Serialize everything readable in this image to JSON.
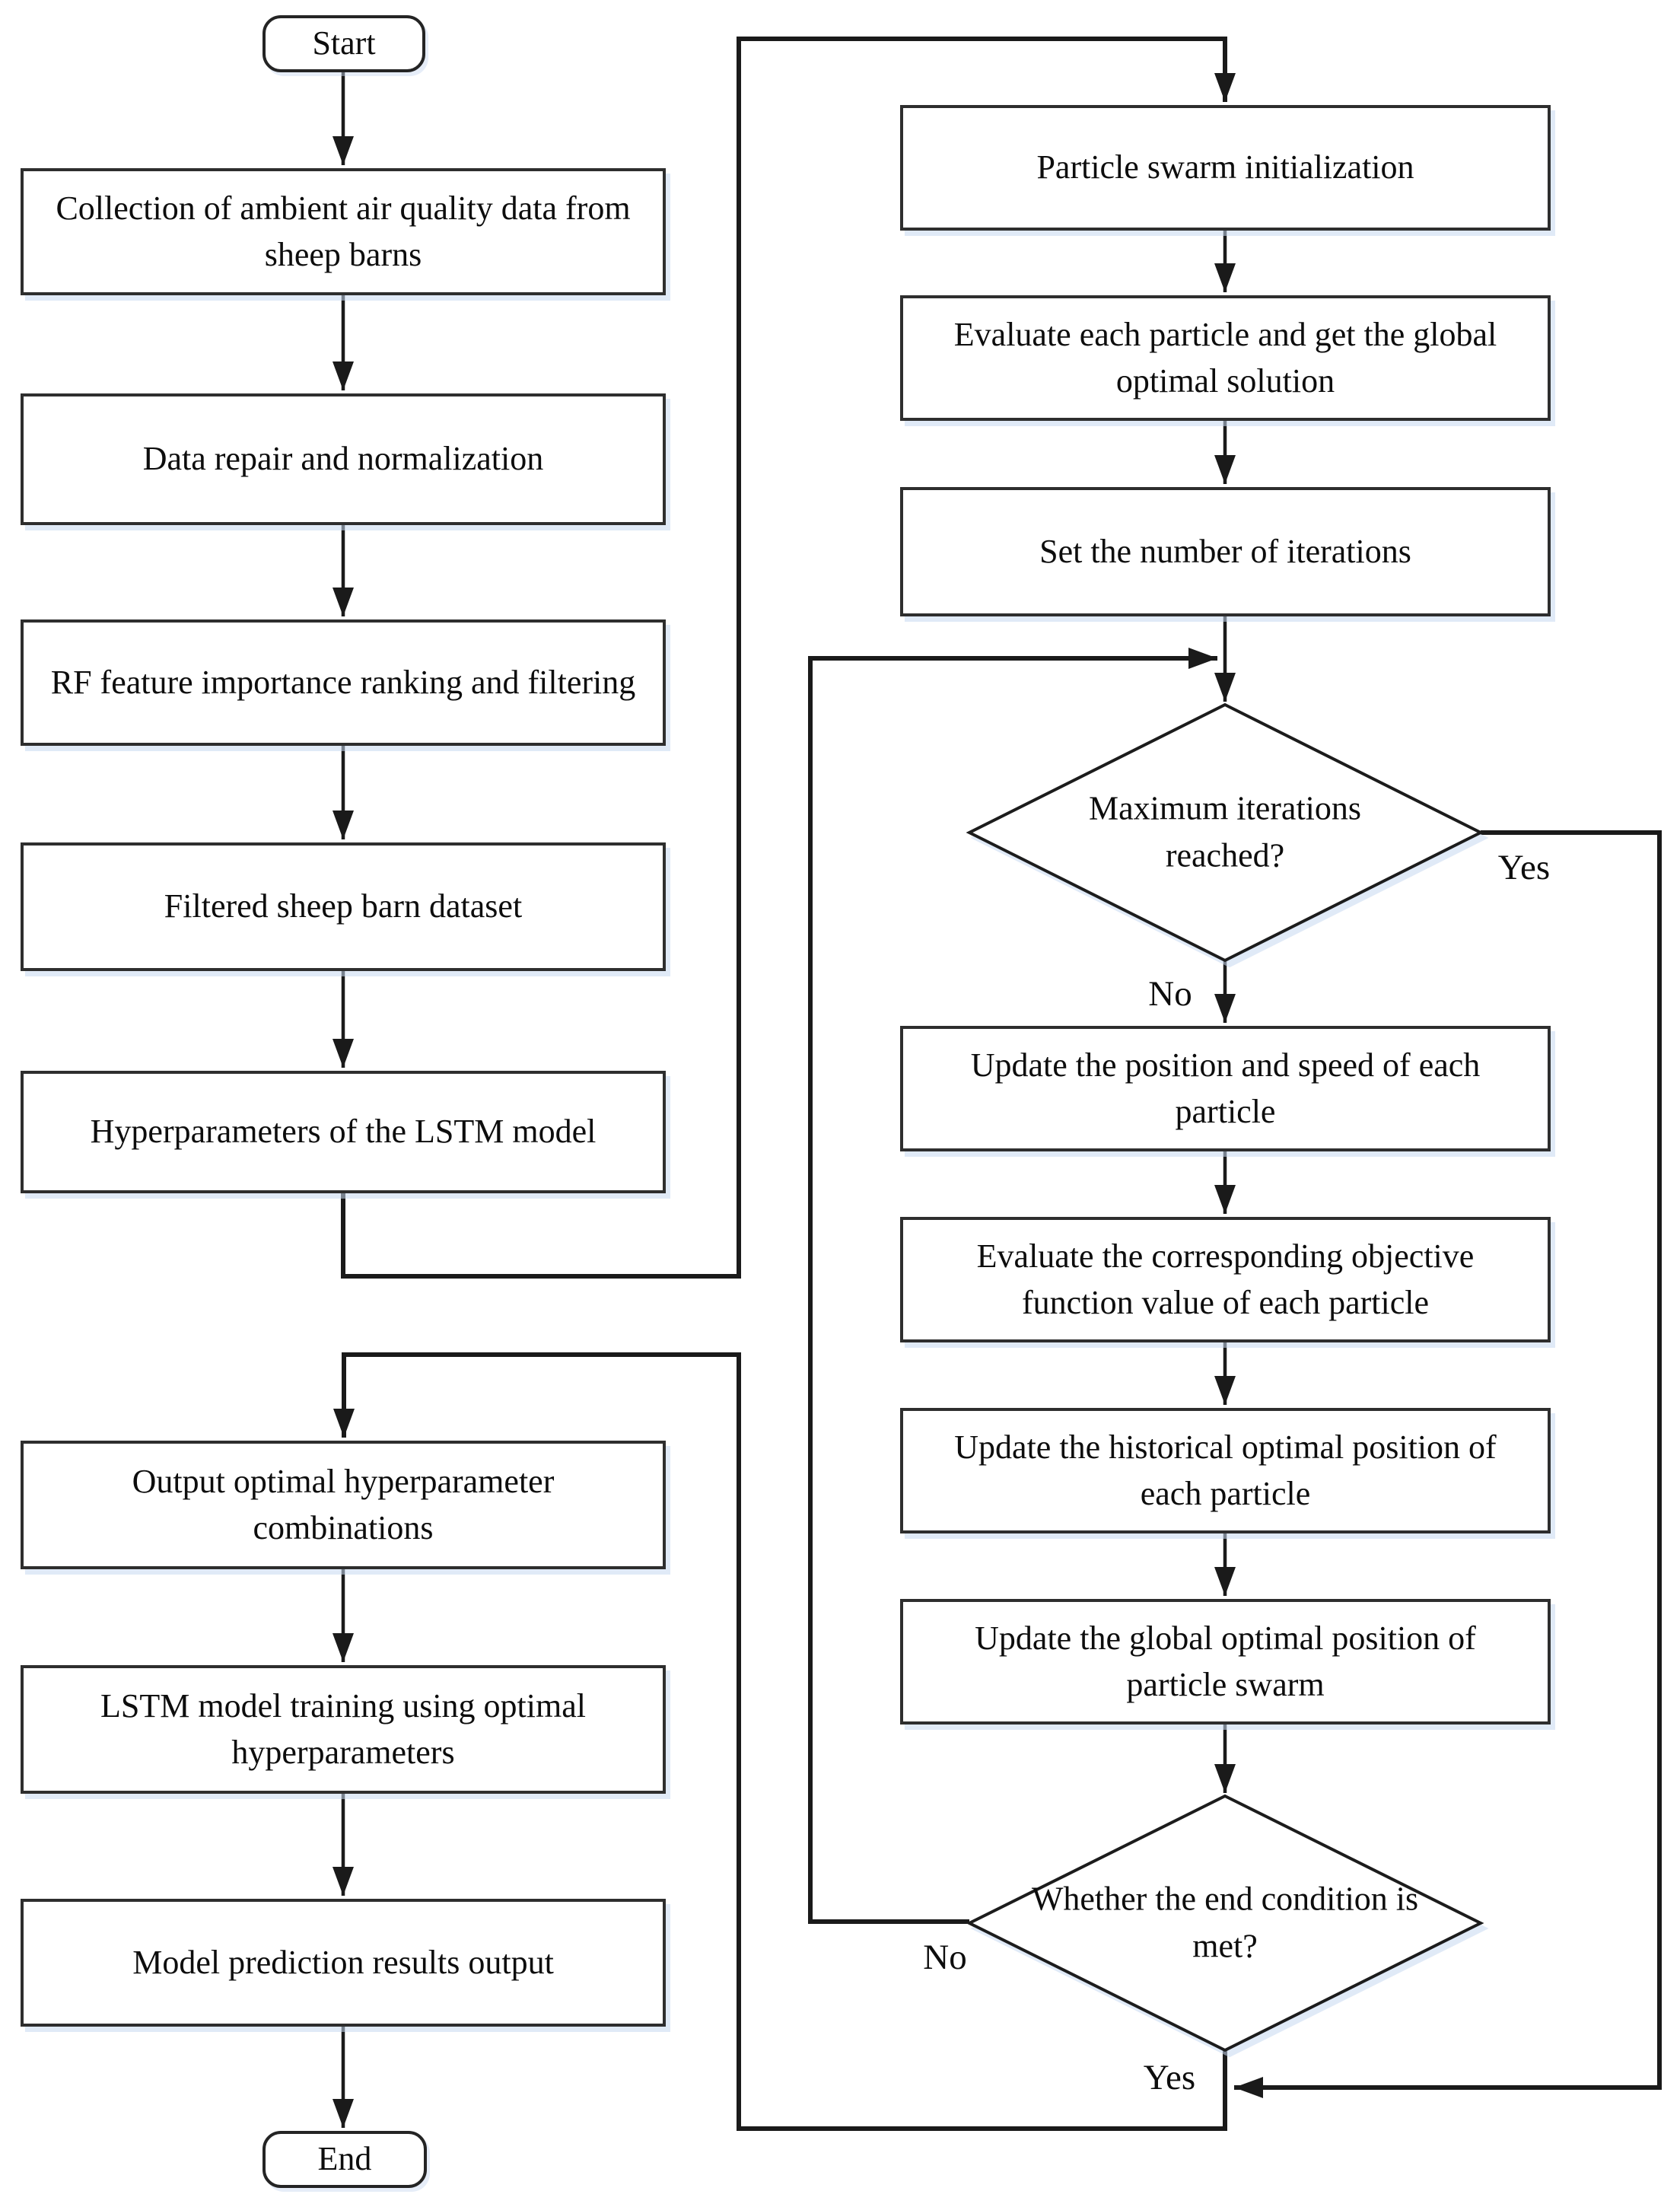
{
  "diagram": {
    "terminators": {
      "start": "Start",
      "end": "End"
    },
    "left_steps": [
      {
        "label": "Collection of ambient air quality data from sheep barns"
      },
      {
        "label": "Data repair and normalization"
      },
      {
        "label": "RF feature importance ranking and filtering"
      },
      {
        "label": "Filtered sheep barn dataset"
      },
      {
        "label": "Hyperparameters of the LSTM model"
      },
      {
        "label": "Output optimal hyperparameter combinations"
      },
      {
        "label": "LSTM model training using optimal hyperparameters"
      },
      {
        "label": "Model prediction results output"
      }
    ],
    "right_steps": [
      {
        "label": "Particle swarm initialization"
      },
      {
        "label": "Evaluate each particle and get the global optimal solution"
      },
      {
        "label": "Set the number of iterations"
      },
      {
        "label": "Update the position and speed of each particle"
      },
      {
        "label": "Evaluate the corresponding objective function value of each particle"
      },
      {
        "label": "Update the historical optimal position of each particle"
      },
      {
        "label": "Update the global optimal position of particle swarm"
      }
    ],
    "decisions": [
      {
        "label": "Maximum iterations reached?",
        "yes": "Yes",
        "no": "No"
      },
      {
        "label": "Whether the end condition is met?",
        "yes": "Yes",
        "no": "No"
      }
    ],
    "colors": {
      "line": "#1a1a1a",
      "box_border": "#2e2e2e",
      "box_fill": "#ffffff",
      "text": "#0d0d0d",
      "shadow": "#c7d8f0"
    }
  }
}
